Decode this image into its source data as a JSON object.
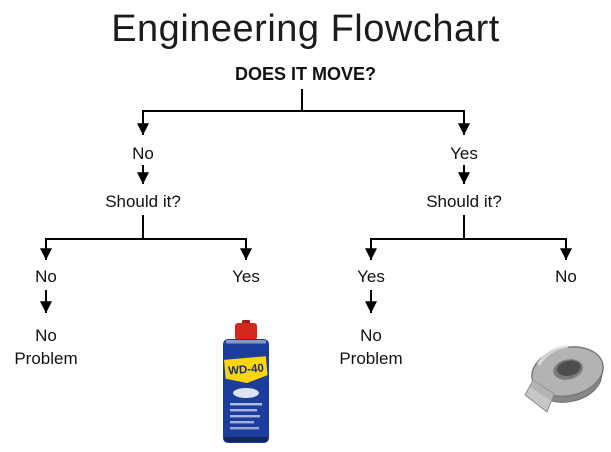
{
  "title": "Engineering Flowchart",
  "root": {
    "question": "DOES IT MOVE?"
  },
  "branches": {
    "left": {
      "answer": "No",
      "question": "Should it?",
      "outcomes": {
        "no": {
          "answer": "No",
          "result": "No Problem"
        },
        "yes": {
          "answer": "Yes",
          "result_icon": "wd40-can"
        }
      }
    },
    "right": {
      "answer": "Yes",
      "question": "Should it?",
      "outcomes": {
        "yes": {
          "answer": "Yes",
          "result": "No Problem"
        },
        "no": {
          "answer": "No",
          "result_icon": "duct-tape"
        }
      }
    }
  },
  "wd40": {
    "brand": "WD-40"
  },
  "colors": {
    "line": "#000000",
    "wd40_body": "#1d3d9c",
    "wd40_cap": "#d3281e",
    "wd40_shield": "#ffd60a",
    "tape": "#b3b3b3"
  }
}
